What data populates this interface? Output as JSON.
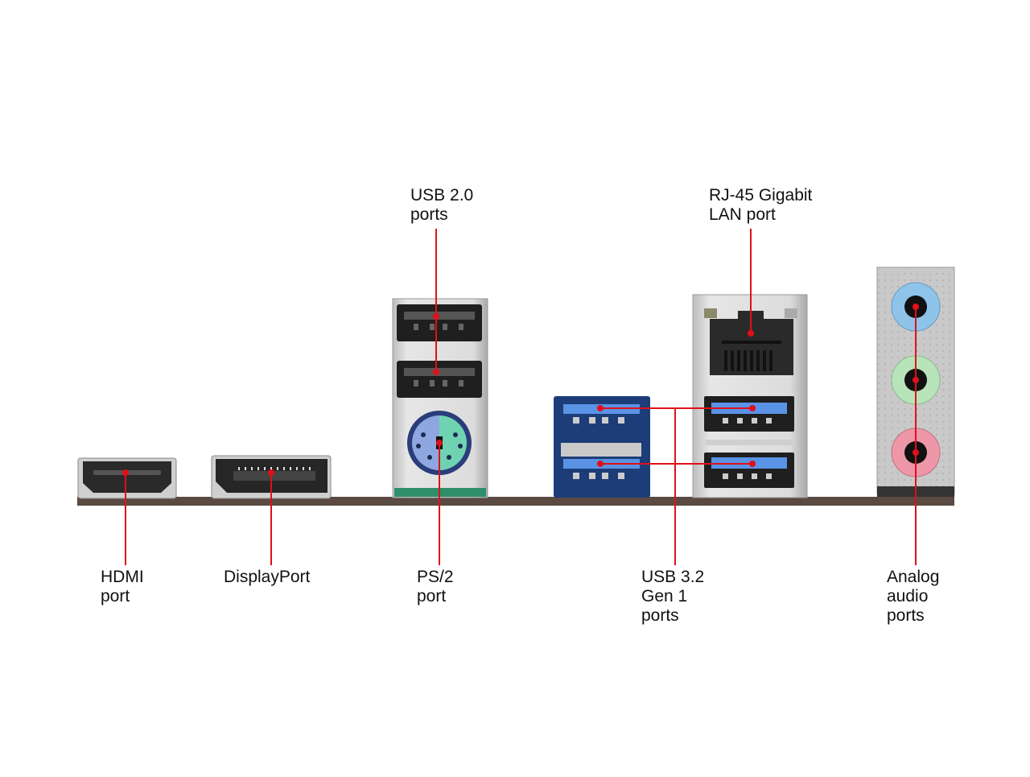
{
  "title": "Motherboard rear I/O panel",
  "colors": {
    "callout_line": "#e0101a",
    "pcb": "#5a4a42",
    "metal": "#d4d4d4",
    "usb3_blue": "#3a7bd5",
    "audio_blue": "#8ec3ea",
    "audio_green": "#b7e4b8",
    "audio_pink": "#ee97a8",
    "ps2_purple": "#8fa7e0",
    "ps2_green": "#6fd3b1"
  },
  "labels": {
    "hdmi": "HDMI\nport",
    "displayport": "DisplayPort",
    "usb2": "USB 2.0\nports",
    "ps2": "PS/2\nport",
    "usb3": "USB 3.2\nGen 1\nports",
    "rj45": "RJ-45 Gigabit\nLAN port",
    "audio": "Analog\naudio\nports"
  }
}
